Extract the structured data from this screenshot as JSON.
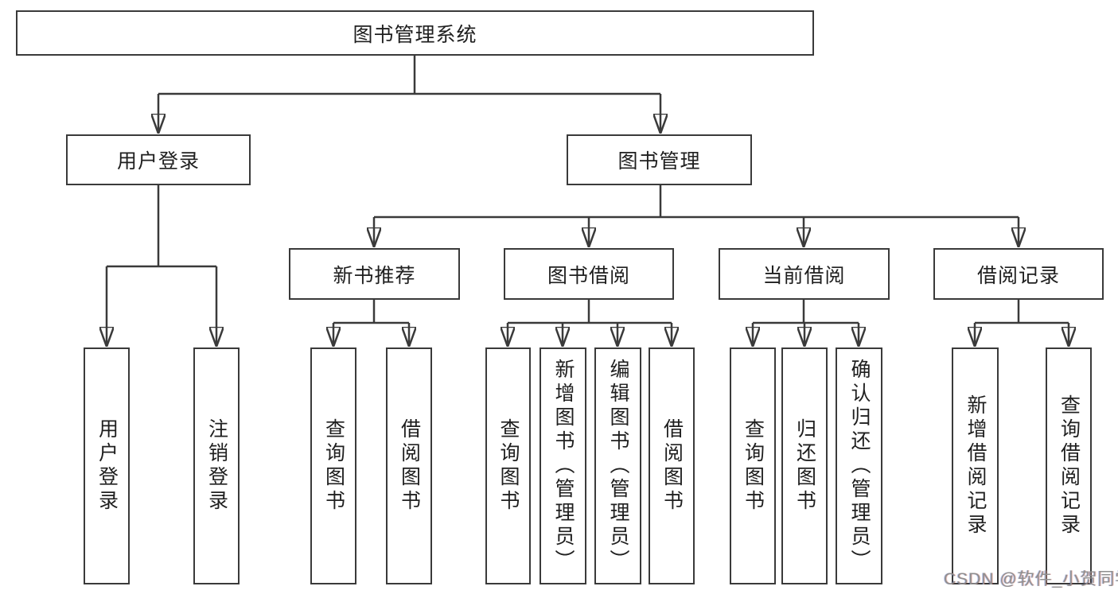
{
  "root": {
    "label": "图书管理系统",
    "children": [
      {
        "label": "用户登录",
        "children": [
          {
            "label": "用户登录"
          },
          {
            "label": "注销登录"
          }
        ]
      },
      {
        "label": "图书管理",
        "children": [
          {
            "label": "新书推荐",
            "children": [
              {
                "label": "查询图书"
              },
              {
                "label": "借阅图书"
              }
            ]
          },
          {
            "label": "图书借阅",
            "children": [
              {
                "label": "查询图书"
              },
              {
                "label": "新增图书（管理员）"
              },
              {
                "label": "编辑图书（管理员）"
              },
              {
                "label": "借阅图书"
              }
            ]
          },
          {
            "label": "当前借阅",
            "children": [
              {
                "label": "查询图书"
              },
              {
                "label": "归还图书"
              },
              {
                "label": "确认归还（管理员）"
              }
            ]
          },
          {
            "label": "借阅记录",
            "children": [
              {
                "label": "新增借阅记录"
              },
              {
                "label": "查询借阅记录"
              }
            ]
          }
        ]
      }
    ]
  },
  "watermark": "CSDN @软件_小贺同学",
  "colors": {
    "line": "#3a3a3a",
    "text": "#1f1f1f",
    "watermark": "#8f8f8f",
    "background": "#ffffff"
  }
}
